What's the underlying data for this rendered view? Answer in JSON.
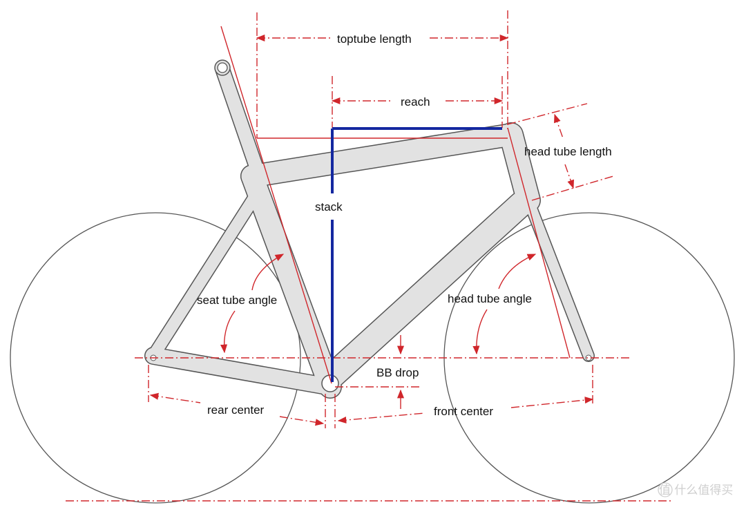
{
  "labels": {
    "toptube_length": "toptube length",
    "reach": "reach",
    "head_tube_length": "head tube length",
    "stack": "stack",
    "seat_tube_angle": "seat tube angle",
    "head_tube_angle": "head tube angle",
    "bb_drop": "BB drop",
    "rear_center": "rear center",
    "front_center": "front center"
  },
  "watermark": "值 什么值得买",
  "colors": {
    "frame_fill": "#e2e2e2",
    "frame_outline": "#555555",
    "dimension": "#d0262b",
    "stack_reach": "#1428a0"
  }
}
